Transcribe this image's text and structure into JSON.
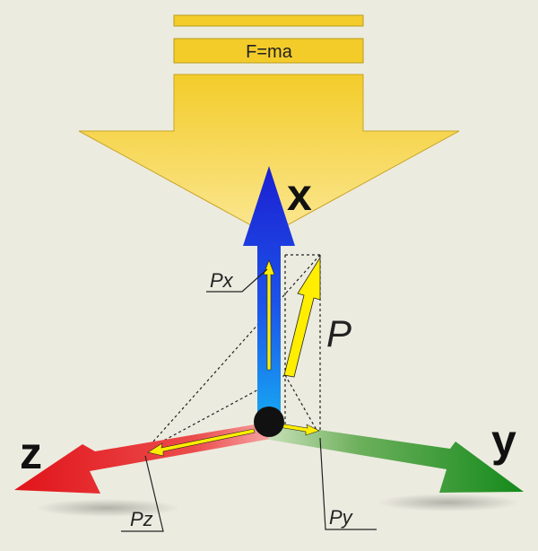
{
  "force_banner": {
    "formula": "F=ma"
  },
  "axes": {
    "x": "x",
    "y": "y",
    "z": "z"
  },
  "components": {
    "px": "Px",
    "py": "Py",
    "pz": "Pz",
    "p": "P"
  },
  "colors": {
    "background": "#ecebe0",
    "force_arrow": "#f7d43a",
    "x_axis": "#1f34d8",
    "y_axis": "#2b8f2b",
    "z_axis": "#e3181a",
    "vector": "#ffee00",
    "origin": "#111111"
  }
}
